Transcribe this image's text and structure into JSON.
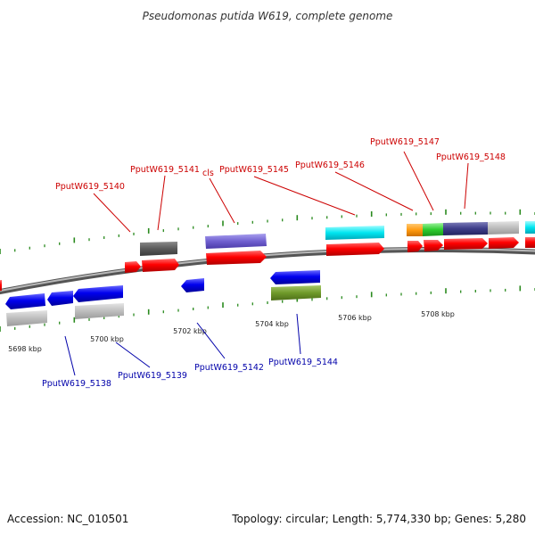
{
  "title": "Pseudomonas putida W619, complete genome",
  "footer": {
    "accession": "Accession: NC_010501",
    "summary": "Topology: circular; Length: 5,774,330 bp; Genes: 5,280"
  },
  "colors": {
    "plus_label": "#cc0000",
    "minus_label": "#0000aa",
    "backbone": "#8a8a8a",
    "tick": "#2a8a1e"
  },
  "scale_labels": [
    "5698 kbp",
    "5700 kbp",
    "5702 kbp",
    "5704 kbp",
    "5706 kbp",
    "5708 kbp"
  ],
  "plus_labels": [
    "PputW619_5140",
    "PputW619_5141",
    "cls",
    "PputW619_5145",
    "PputW619_5146",
    "PputW619_5147",
    "PputW619_5148"
  ],
  "minus_labels": [
    "PputW619_5138",
    "PputW619_5139",
    "PputW619_5142",
    "PputW619_5144"
  ]
}
